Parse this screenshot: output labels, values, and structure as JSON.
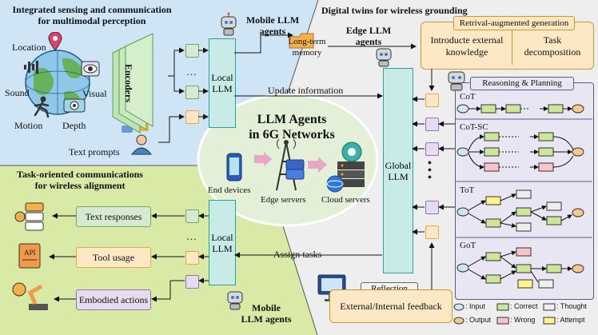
{
  "sections": {
    "sensing_title_line1": "Integrated sensing and communication",
    "sensing_title_line2": "for multimodal perception",
    "task_title_line1": "Task-oriented communications",
    "task_title_line2": "for wireless alignment",
    "twins_title": "Digital twins for wireless grounding"
  },
  "sensing": {
    "location": "Location",
    "sound": "Sound",
    "visual": "Visual",
    "motion": "Motion",
    "depth": "Depth",
    "text_prompts": "Text prompts",
    "encoders": "Encoders",
    "dots": "…"
  },
  "agents": {
    "mobile_top_line1": "Mobile LLM",
    "mobile_top_line2": "agents",
    "edge_line1": "Edge LLM",
    "edge_line2": "agents",
    "mobile_bottom_line1": "Mobile",
    "mobile_bottom_line2": "LLM agents"
  },
  "local_llm_top": "Local LLM",
  "local_llm_bottom": "Local LLM",
  "global_llm": "Global LLM",
  "memory_line1": "Long-term",
  "memory_line2": "memory",
  "update_info": "Update information",
  "assign_tasks": "Assign tasks",
  "center": {
    "title_line1": "LLM Agents",
    "title_line2": "in 6G Networks",
    "end_devices": "End devices",
    "edge_servers": "Edge servers",
    "cloud_servers": "Cloud servers"
  },
  "outputs": {
    "text_responses": "Text responses",
    "tool_usage": "Tool usage",
    "embodied_actions": "Embodied actions"
  },
  "rag": {
    "title": "Retrival-augmented generation",
    "left_line1": "Introducte external",
    "left_line2": "knowledge",
    "right_line1": "Task",
    "right_line2": "decomposition"
  },
  "reasoning": {
    "title": "Reasoning & Planning",
    "cot": "CoT",
    "cotsc": "CoT-SC",
    "tot": "ToT",
    "got": "GoT"
  },
  "reflection": "Reflection",
  "feedback": "External/Internal feedback",
  "legend": {
    "input": ": Input",
    "output": ": Output",
    "correct": ": Correct",
    "wrong": ": Wrong",
    "thought": ": Thought",
    "attempt": ": Attempt"
  },
  "colors": {
    "sensing_bg": "#cfe5f6",
    "task_bg": "#d8eaa6",
    "twins_bg": "#eeeeee",
    "local_llm": "#c9ebe8",
    "reasoning_panel": "#e8e6f2",
    "rag_panel": "#fde8c6"
  },
  "icons": [
    "robot-icon",
    "globe-icon",
    "location-pin-icon",
    "microphone-icon",
    "eye-icon",
    "running-person-icon",
    "depth-camera-icon",
    "person-chat-icon",
    "database-icon",
    "phone-icon",
    "tower-icon",
    "cloud-server-icon",
    "list-icon",
    "api-icon",
    "robot-arm-icon",
    "monitor-icon"
  ]
}
